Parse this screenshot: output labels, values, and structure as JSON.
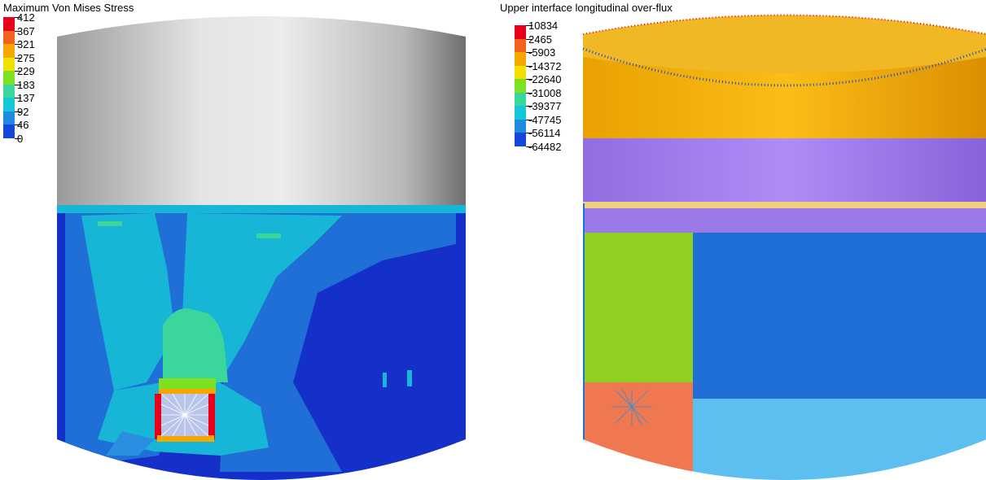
{
  "left_panel": {
    "title": "Maximum Von Mises Stress",
    "legend": {
      "labels": [
        "412",
        "367",
        "321",
        "275",
        "229",
        "183",
        "137",
        "92",
        "46",
        "0"
      ],
      "colors": [
        "#e8001a",
        "#f2621f",
        "#f5a700",
        "#f0e000",
        "#7de020",
        "#3ad69c",
        "#14c8d8",
        "#1e8ae0",
        "#1548d8"
      ]
    }
  },
  "right_panel": {
    "title": "Upper interface longitudinal over-flux",
    "legend": {
      "labels": [
        "10834",
        "2465",
        "-5903",
        "-14372",
        "-22640",
        "-31008",
        "-39377",
        "-47745",
        "-56114",
        "-64482"
      ],
      "colors": [
        "#e8001a",
        "#f2621f",
        "#f5a700",
        "#f0e000",
        "#7de020",
        "#3ad69c",
        "#14c8d8",
        "#1e8ae0",
        "#1548d8"
      ]
    }
  }
}
